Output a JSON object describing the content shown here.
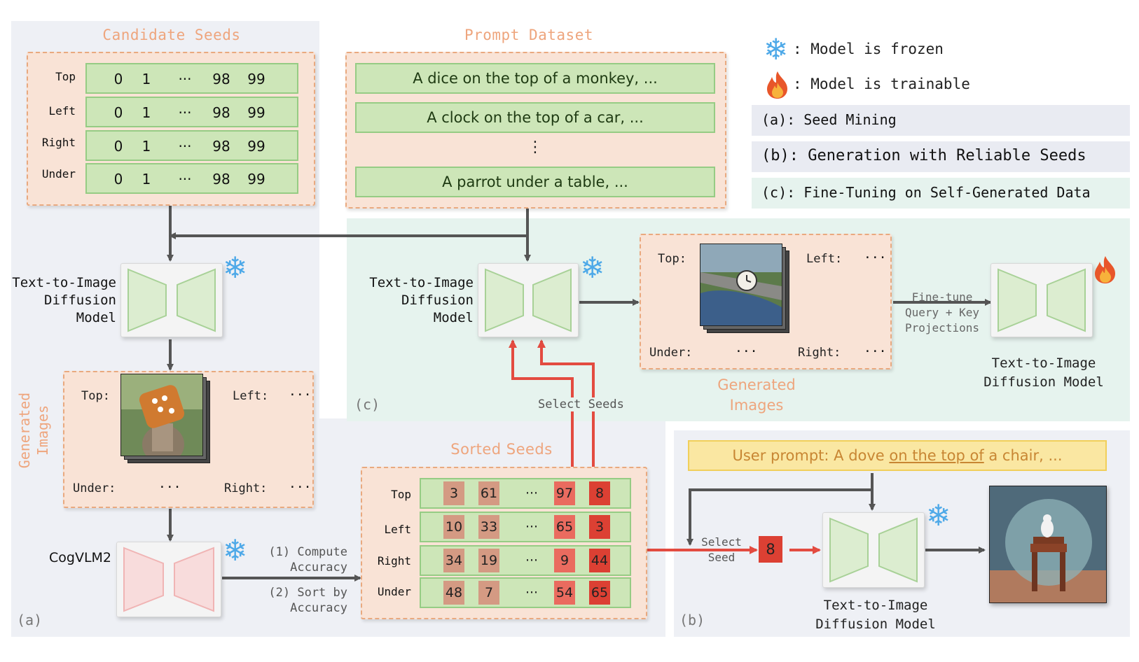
{
  "candidate_seeds": {
    "title": "Candidate Seeds",
    "rows": [
      {
        "label": "Top",
        "values": [
          "0",
          "1",
          "···",
          "98",
          "99"
        ]
      },
      {
        "label": "Left",
        "values": [
          "0",
          "1",
          "···",
          "98",
          "99"
        ]
      },
      {
        "label": "Right",
        "values": [
          "0",
          "1",
          "···",
          "98",
          "99"
        ]
      },
      {
        "label": "Under",
        "values": [
          "0",
          "1",
          "···",
          "98",
          "99"
        ]
      }
    ]
  },
  "prompt_dataset": {
    "title": "Prompt Dataset",
    "prompts": [
      "A dice on the top of a monkey, ...",
      "A clock on the top of a car, ...",
      "A parrot under a table, ..."
    ],
    "vdots": "⋮"
  },
  "legend": {
    "frozen": ": Model is frozen",
    "trainable": ": Model is trainable",
    "a": "(a): Seed Mining",
    "b": "(b): Generation with Reliable Seeds",
    "c": "(c): Fine-Tuning on Self-Generated Data"
  },
  "panel_a": {
    "model_label_1": "Text-to-Image",
    "model_label_2": "Diffusion",
    "model_label_3": "Model",
    "generated_images_1": "Generated",
    "generated_images_2": "Images",
    "img_top": "Top:",
    "img_left": "Left:",
    "img_under": "Under:",
    "img_right": "Right:",
    "ellipsis": "···",
    "cogvlm": "CogVLM2",
    "compute_1": "(1) Compute",
    "compute_2": "Accuracy",
    "sort_1": "(2) Sort by",
    "sort_2": "Accuracy",
    "tag": "(a)"
  },
  "sorted_seeds": {
    "title": "Sorted Seeds",
    "rows": [
      {
        "label": "Top",
        "values": [
          "3",
          "61",
          "···",
          "97",
          "8"
        ]
      },
      {
        "label": "Left",
        "values": [
          "10",
          "33",
          "···",
          "65",
          "3"
        ]
      },
      {
        "label": "Right",
        "values": [
          "34",
          "19",
          "···",
          "9",
          "44"
        ]
      },
      {
        "label": "Under",
        "values": [
          "48",
          "7",
          "···",
          "54",
          "65"
        ]
      }
    ]
  },
  "panel_c": {
    "model_label_1": "Text-to-Image",
    "model_label_2": "Diffusion",
    "model_label_3": "Model",
    "img_top": "Top:",
    "img_left": "Left:",
    "img_under": "Under:",
    "img_right": "Right:",
    "ellipsis": "···",
    "generated_images_1": "Generated",
    "generated_images_2": "Images",
    "finetune_1": "Fine-tune",
    "finetune_2": "Query + Key",
    "finetune_3": "Projections",
    "out_model_1": "Text-to-Image",
    "out_model_2": "Diffusion Model",
    "select_seeds": "Select Seeds",
    "tag": "(c)"
  },
  "panel_b": {
    "user_prompt_prefix": "User prompt: A dove ",
    "user_prompt_rel": "on the top of",
    "user_prompt_suffix": " a chair, ...",
    "select_1": "Select",
    "select_2": "Seed",
    "seed": "8",
    "model_1": "Text-to-Image",
    "model_2": "Diffusion Model",
    "tag": "(b)"
  },
  "colors": {
    "orange_title": "#eea57d",
    "green_fill": "#cde6b8",
    "peach_fill": "#f9e3d6",
    "red_arrow": "#e34b40",
    "snow_blue": "#4ea9e8",
    "gray_arrow": "#555555"
  },
  "icons": {
    "frozen": "snowflake-icon",
    "trainable": "flame-icon"
  }
}
